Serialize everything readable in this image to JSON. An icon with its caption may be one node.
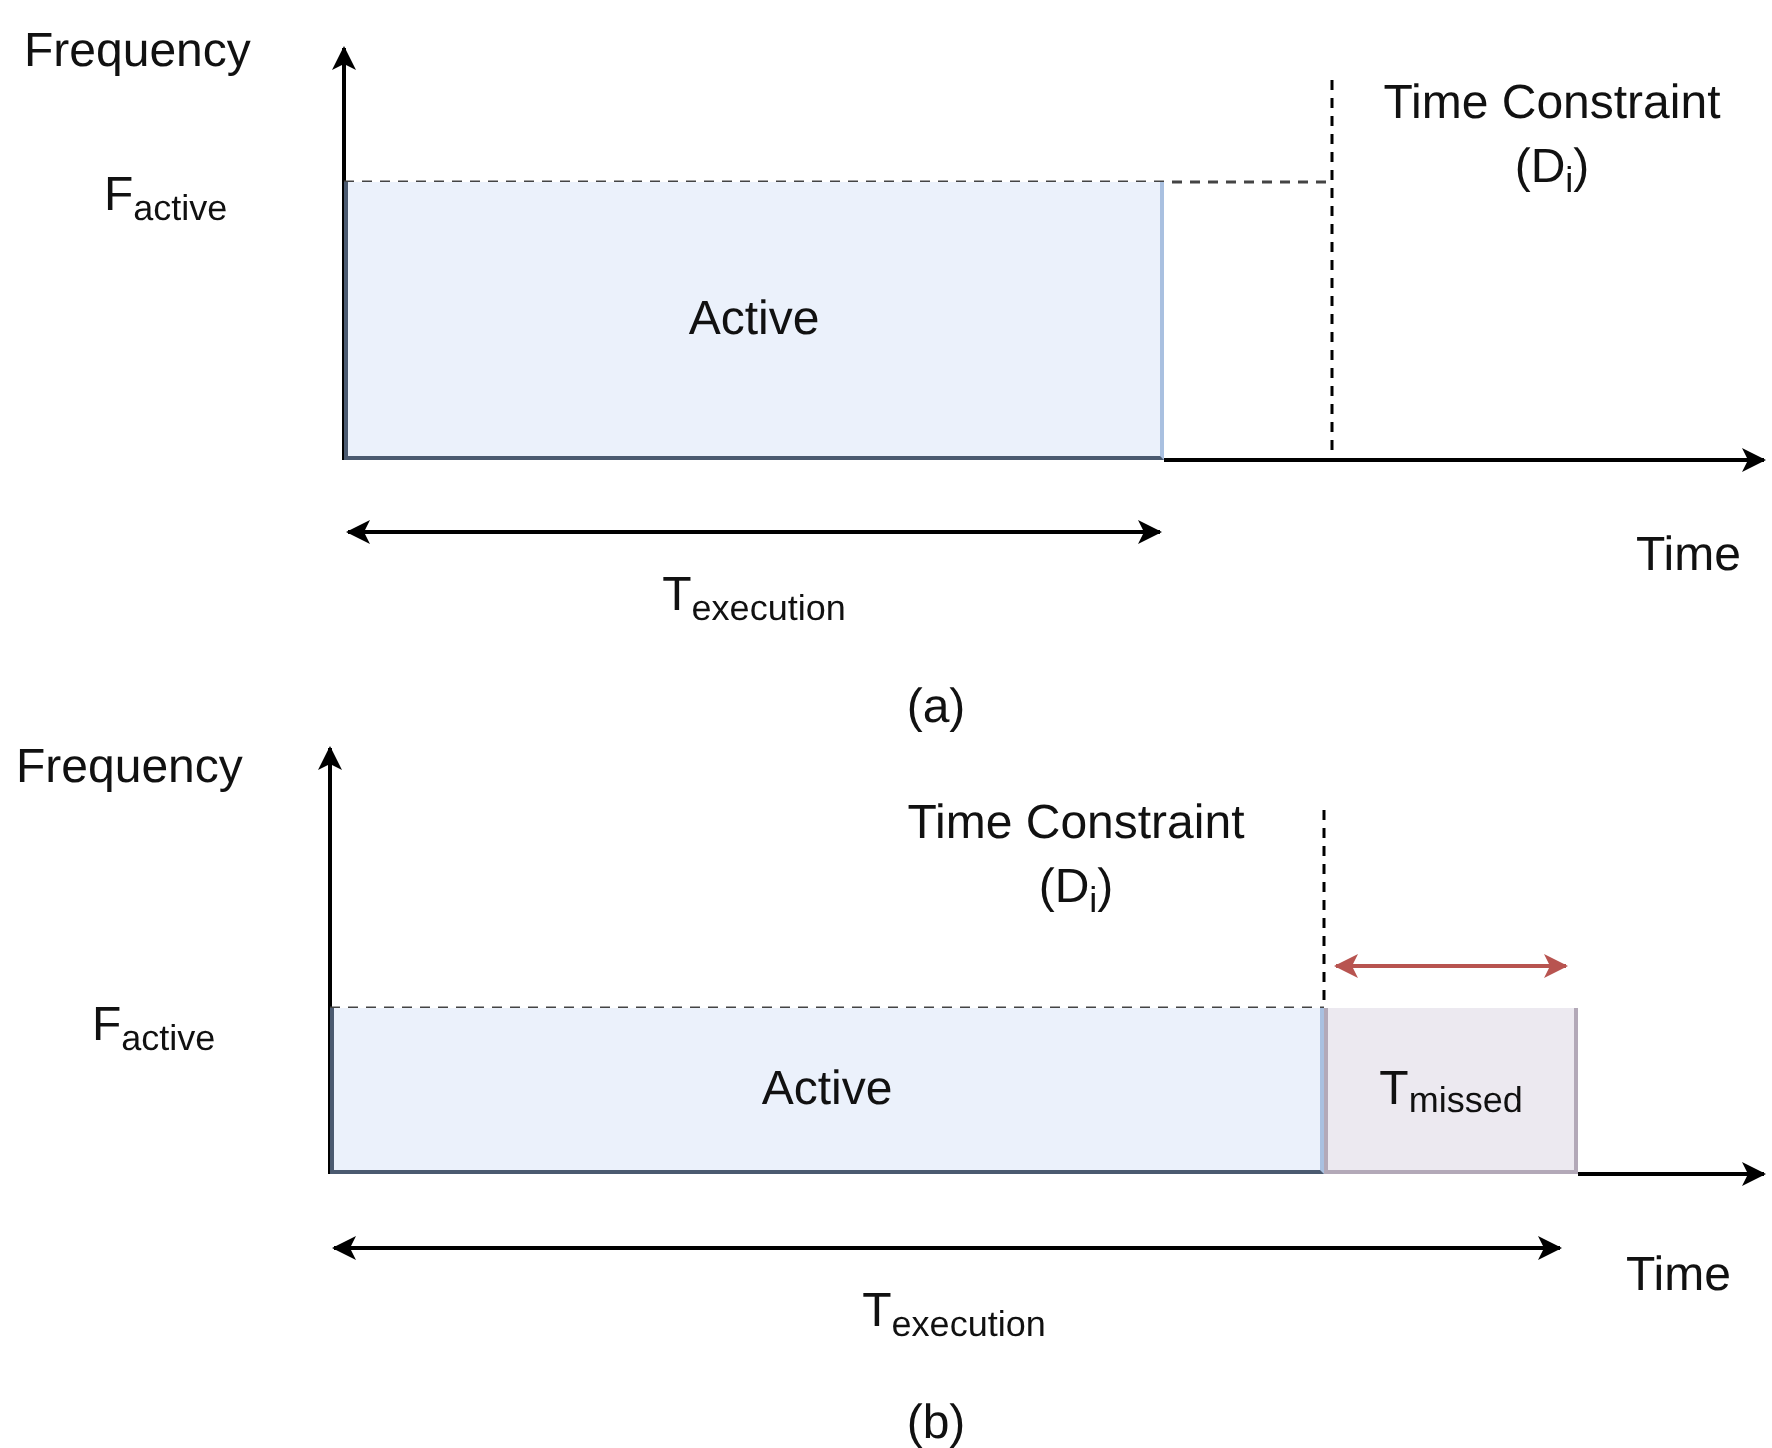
{
  "diagram": {
    "nodes": [
      {
        "text": [
          "Active"
        ]
      },
      {
        "text": [
          "Active"
        ]
      },
      {
        "text": [
          "T$_{missed}$"
        ]
      }
    ],
    "labels": [
      "Frequency",
      "F$_{active}$",
      "Time Constraint (D$_{i}$)",
      "Time",
      "T$_{execution}$",
      "(a)",
      "Frequency",
      "Time Constraint (D$_{i}$)",
      "F$_{active}$",
      "Time",
      "T$_{execution}$",
      "(b)"
    ]
  }
}
